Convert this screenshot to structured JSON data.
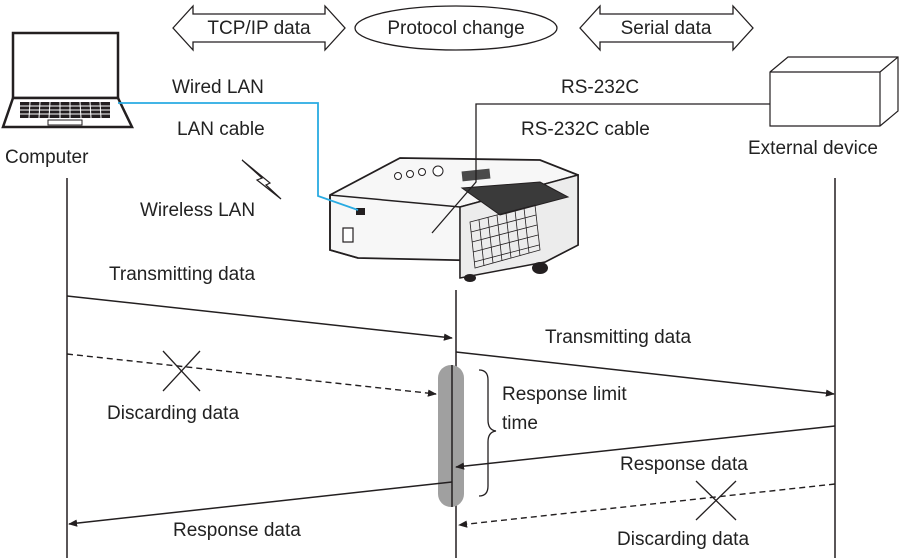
{
  "header": {
    "tcpip_label": "TCP/IP data",
    "protocol_label": "Protocol change",
    "serial_label": "Serial data"
  },
  "devices": {
    "computer_label": "Computer",
    "external_label": "External device"
  },
  "connections": {
    "wired_lan": "Wired LAN",
    "lan_cable": "LAN cable",
    "wireless_lan": "Wireless LAN",
    "rs232c": "RS-232C",
    "rs232c_cable": "RS-232C cable"
  },
  "sequence": {
    "tx_left": "Transmitting data",
    "tx_right": "Transmitting data",
    "discard_left": "Discarding data",
    "limit_line1": "Response limit",
    "limit_line2": "time",
    "resp_right": "Response data",
    "resp_left": "Response data",
    "discard_right": "Discarding data"
  },
  "colors": {
    "lan_cable": "#29abe2",
    "lines": "#231f20",
    "limit_bar": "#a0a0a0"
  }
}
